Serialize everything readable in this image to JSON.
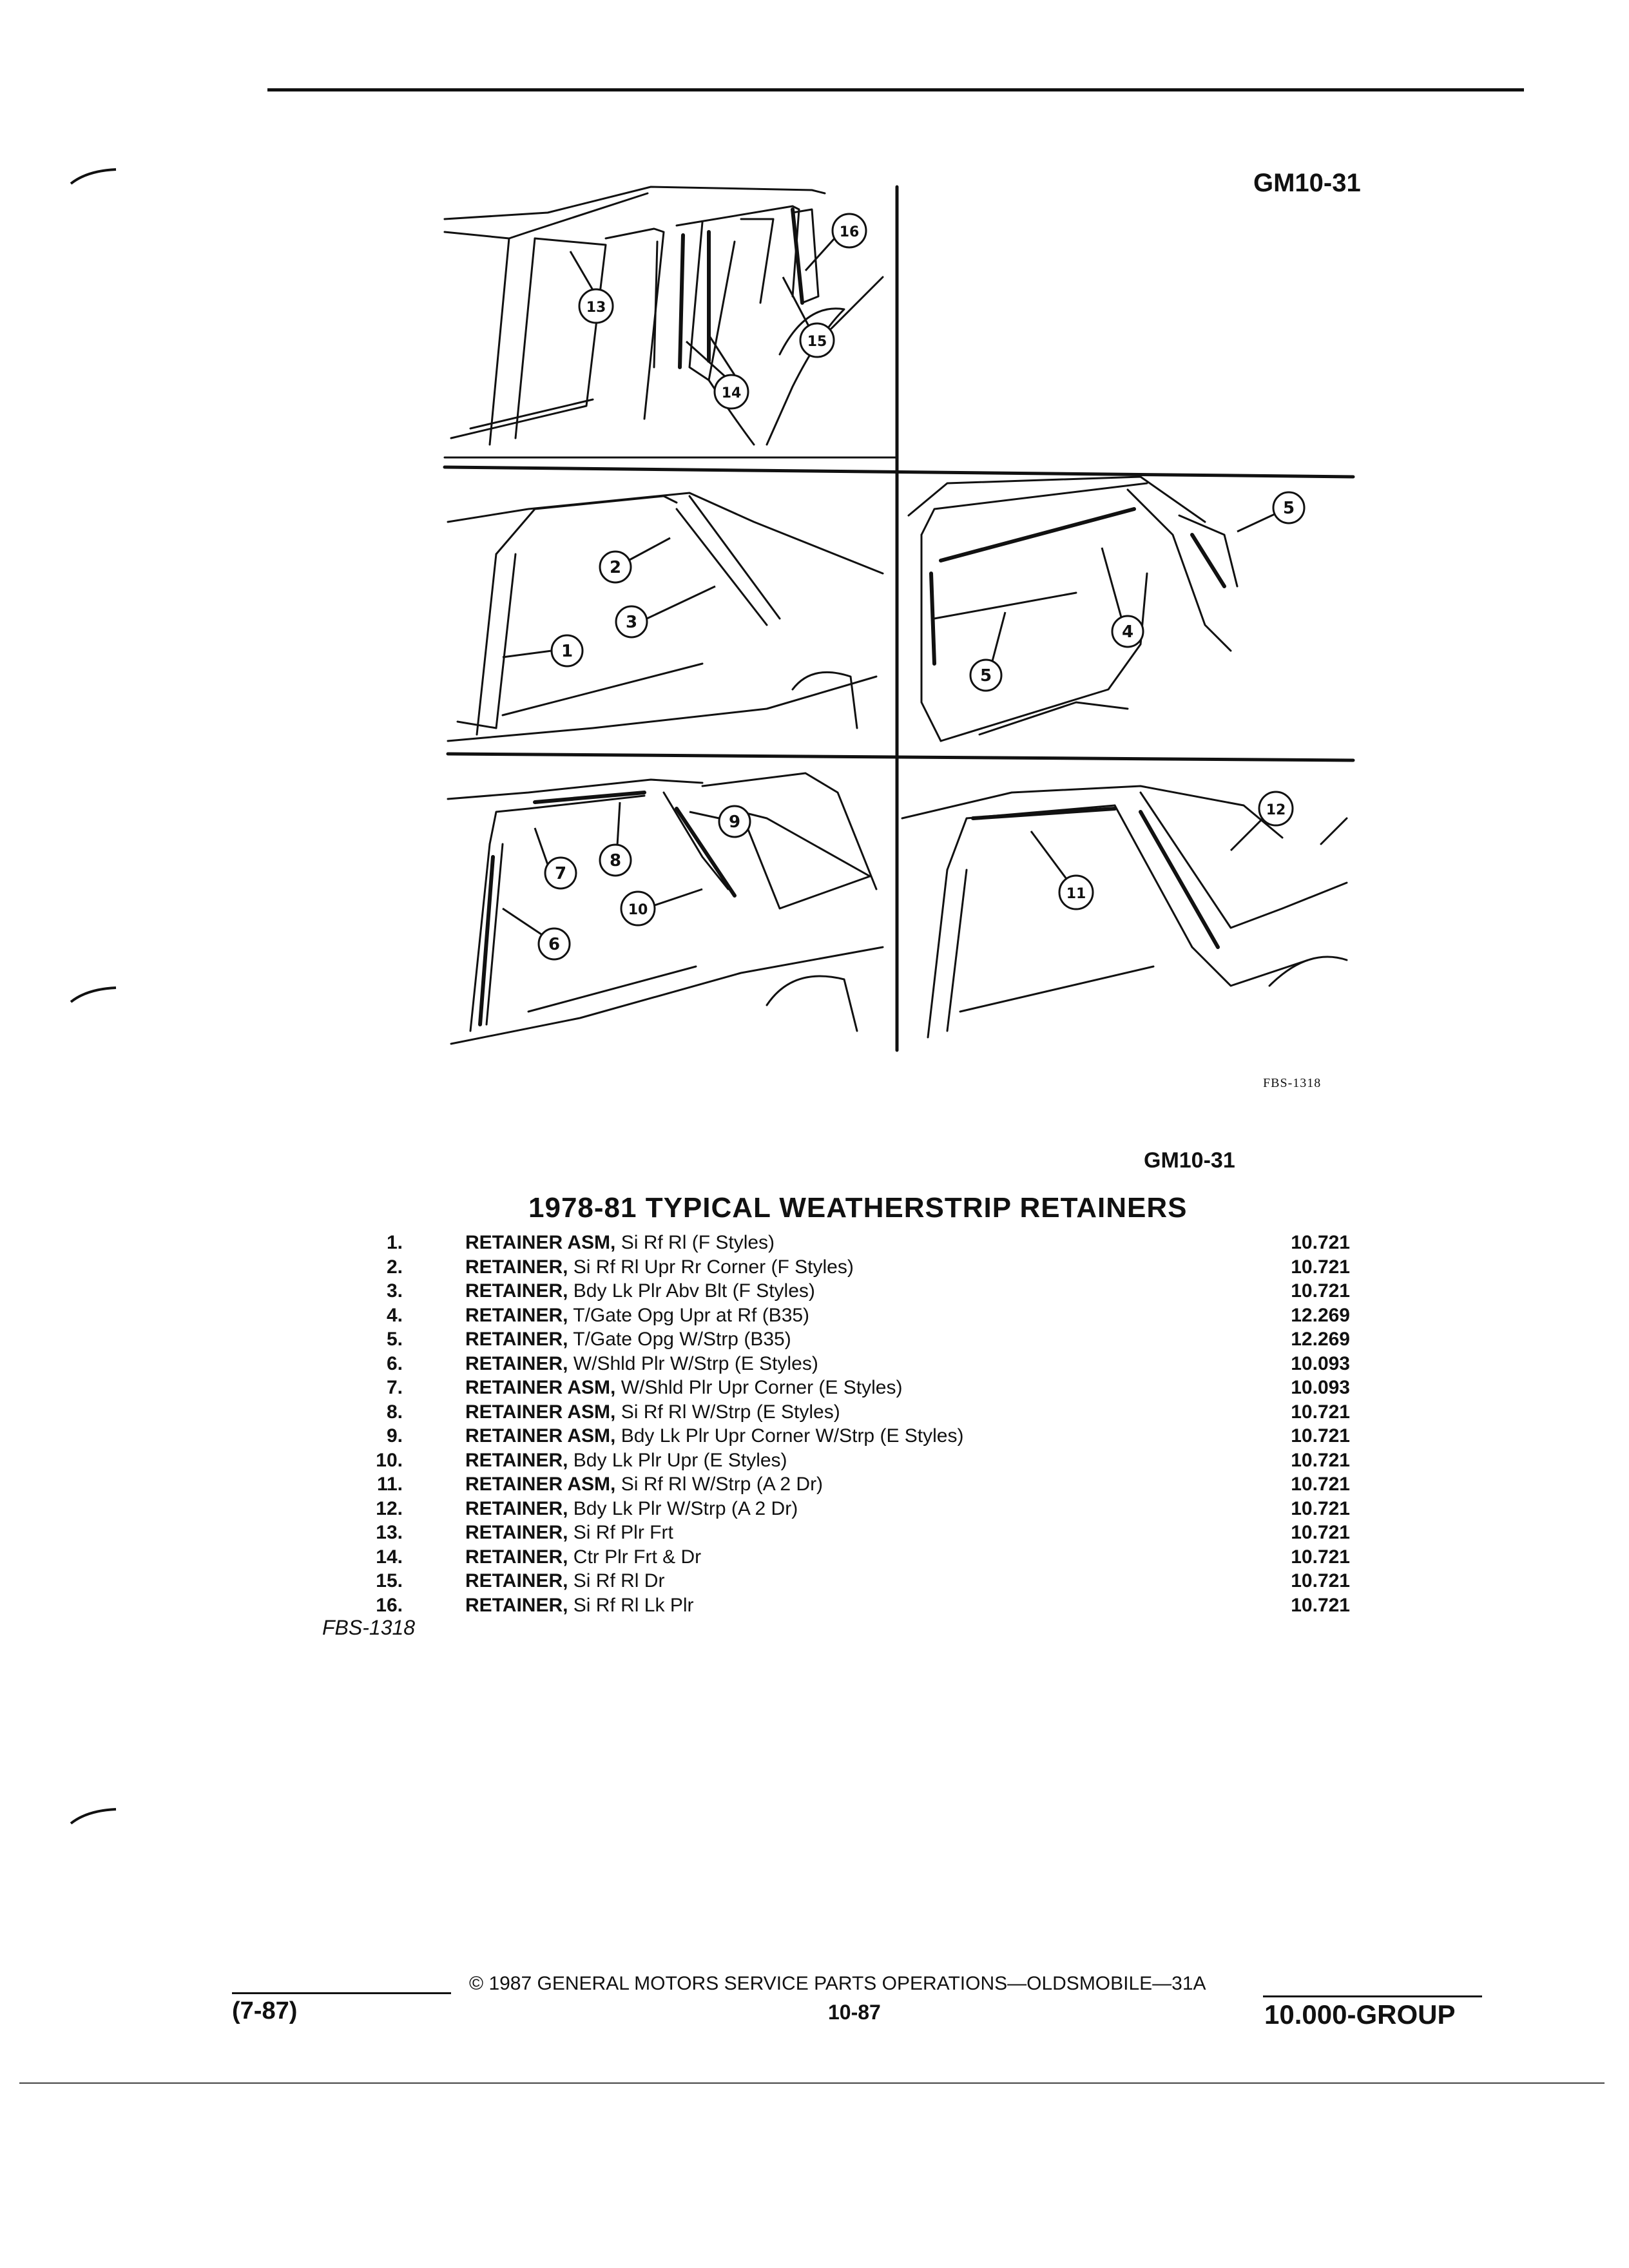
{
  "header": {
    "code_top": "GM10-31"
  },
  "figure": {
    "ref": "FBS-1318",
    "callouts": [
      "1",
      "2",
      "3",
      "4",
      "5",
      "5",
      "6",
      "7",
      "8",
      "9",
      "10",
      "11",
      "12",
      "13",
      "14",
      "15",
      "16"
    ]
  },
  "list": {
    "code": "GM10-31",
    "title": "1978-81 TYPICAL WEATHERSTRIP RETAINERS",
    "items": [
      {
        "num": "1.",
        "name": "RETAINER ASM,",
        "desc": "Si Rf Rl (F Styles)",
        "group": "10.721"
      },
      {
        "num": "2.",
        "name": "RETAINER,",
        "desc": "Si Rf Rl Upr Rr Corner (F Styles)",
        "group": "10.721"
      },
      {
        "num": "3.",
        "name": "RETAINER,",
        "desc": "Bdy Lk Plr Abv Blt (F Styles)",
        "group": "10.721"
      },
      {
        "num": "4.",
        "name": "RETAINER,",
        "desc": "T/Gate Opg Upr at Rf (B35)",
        "group": "12.269"
      },
      {
        "num": "5.",
        "name": "RETAINER,",
        "desc": "T/Gate Opg W/Strp (B35)",
        "group": "12.269"
      },
      {
        "num": "6.",
        "name": "RETAINER,",
        "desc": "W/Shld Plr W/Strp (E Styles)",
        "group": "10.093"
      },
      {
        "num": "7.",
        "name": "RETAINER ASM,",
        "desc": "W/Shld Plr Upr Corner (E Styles)",
        "group": "10.093"
      },
      {
        "num": "8.",
        "name": "RETAINER ASM,",
        "desc": "Si Rf Rl W/Strp (E Styles)",
        "group": "10.721"
      },
      {
        "num": "9.",
        "name": "RETAINER ASM,",
        "desc": "Bdy Lk Plr Upr Corner W/Strp (E Styles)",
        "group": "10.721"
      },
      {
        "num": "10.",
        "name": "RETAINER,",
        "desc": "Bdy Lk Plr Upr (E Styles)",
        "group": "10.721"
      },
      {
        "num": "11.",
        "name": "RETAINER ASM,",
        "desc": "Si Rf Rl W/Strp (A 2 Dr)",
        "group": "10.721"
      },
      {
        "num": "12.",
        "name": "RETAINER,",
        "desc": "Bdy Lk Plr W/Strp (A 2 Dr)",
        "group": "10.721"
      },
      {
        "num": "13.",
        "name": "RETAINER,",
        "desc": "Si Rf Plr Frt",
        "group": "10.721"
      },
      {
        "num": "14.",
        "name": "RETAINER,",
        "desc": "Ctr Plr Frt & Dr",
        "group": "10.721"
      },
      {
        "num": "15.",
        "name": "RETAINER,",
        "desc": "Si Rf Rl Dr",
        "group": "10.721"
      },
      {
        "num": "16.",
        "name": "RETAINER,",
        "desc": "Si Rf Rl Lk Plr",
        "group": "10.721"
      }
    ],
    "ref": "FBS-1318"
  },
  "footer": {
    "date": "(7-87)",
    "copyright": "© 1987 GENERAL MOTORS SERVICE PARTS OPERATIONS—OLDSMOBILE—31A",
    "page": "10-87",
    "group": "10.000-GROUP"
  }
}
